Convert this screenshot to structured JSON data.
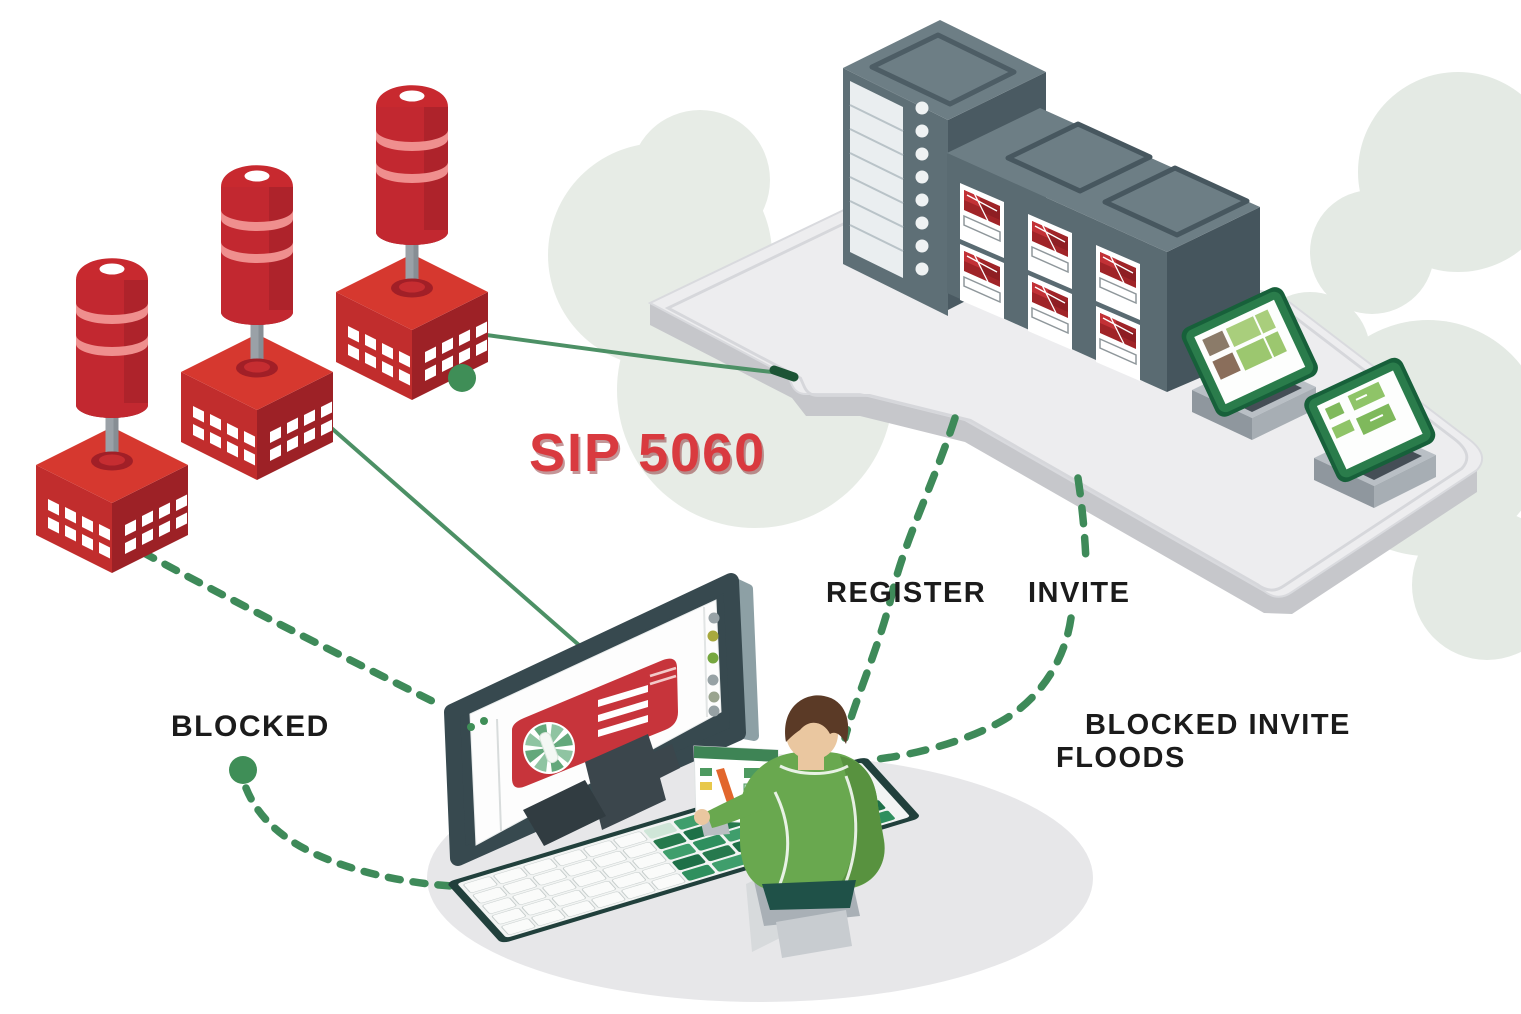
{
  "diagram": {
    "labels": {
      "sip_port": "SIP 5060",
      "register": "REGISTER",
      "invite": "INVITE",
      "blocked": "BLOCKED",
      "blocked_invite_floods_line1": "BLOCKED INVITE",
      "blocked_invite_floods_line2": "FLOODS"
    },
    "colors": {
      "attacker_red": "#c2282e",
      "sip_label_red": "#d93a3f",
      "flow_green_solid": "#4c9065",
      "flow_green_dashed": "#3e8a59",
      "marker_green": "#3f8e57",
      "building_gray": "#5a6b73",
      "platform_gray": "#ededef",
      "alert_panel_red": "#c7343b",
      "hoodie_green": "#69a84f",
      "label_black": "#1b1b1b"
    },
    "scene": {
      "attacker_nodes": 3,
      "building_alert_windows": 6,
      "docked_tablets": 2
    }
  }
}
